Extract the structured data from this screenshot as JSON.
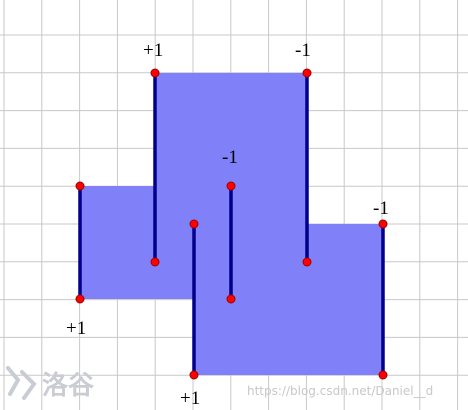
{
  "colors": {
    "grid": "#c8c8c8",
    "fill": "#8080f8",
    "line": "#00008b",
    "point": "#ff0000",
    "point_stroke": "#a00000",
    "watermark": "#c8c8c8"
  },
  "labels": {
    "left_bottom": "+1",
    "left_top_second": "+1",
    "middle_top": "-1",
    "mid_right_top": "-1",
    "right_top": "-1",
    "bottom_mid": "+1"
  },
  "watermark": {
    "logo_text": "洛谷",
    "url": "https://blog.csdn.net/Daniel__d"
  }
}
